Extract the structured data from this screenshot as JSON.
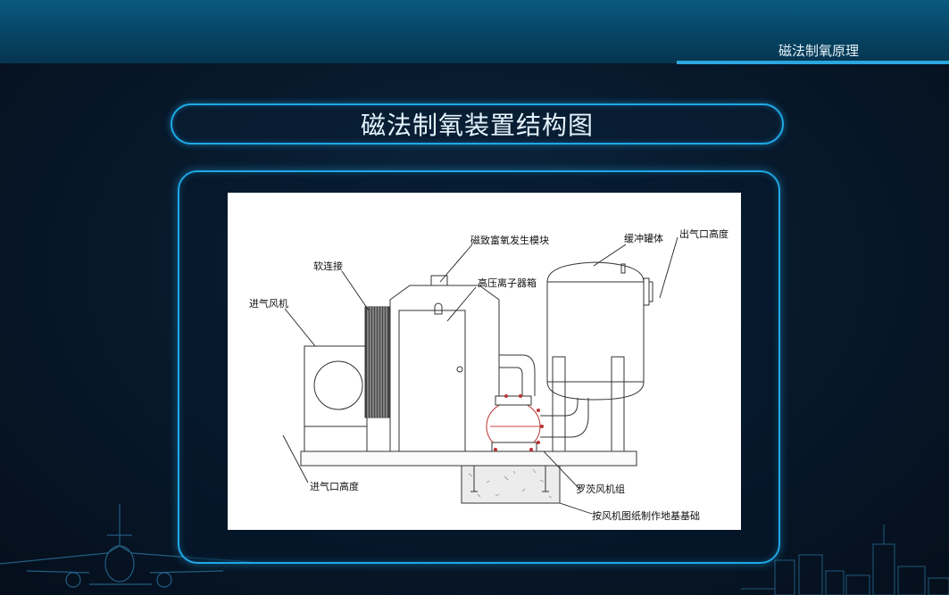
{
  "header": {
    "title": "磁法制氧原理"
  },
  "slide": {
    "title": "磁法制氧装置结构图"
  },
  "diagram": {
    "labels": {
      "soft_joint": "软连接",
      "inlet_fan": "进气风机",
      "magnetic_module": "磁致富氧发生模块",
      "hv_ion_box": "高压离子器箱",
      "buffer_tank": "缓冲罐体",
      "outlet_height": "出气口高度",
      "inlet_height": "进气口高度",
      "roots_blower": "罗茨风机组",
      "foundation": "按风机图纸制作地基基础"
    }
  },
  "colors": {
    "accent": "#1fa8e6",
    "header": "#074a6c"
  }
}
